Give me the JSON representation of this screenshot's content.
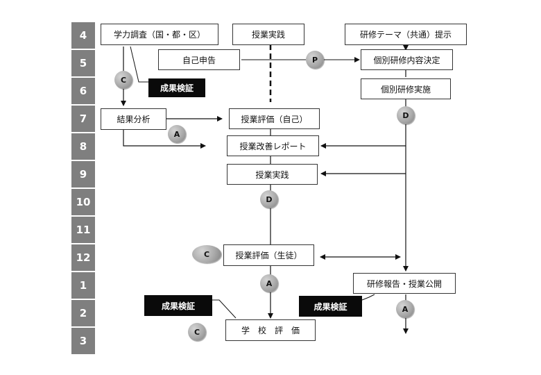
{
  "months": [
    "4",
    "5",
    "6",
    "7",
    "8",
    "9",
    "10",
    "11",
    "12",
    "1",
    "2",
    "3"
  ],
  "boxes": {
    "survey": "学力調査（国・都・区）",
    "practice_top": "授業実践",
    "theme": "研修テーマ（共通）提示",
    "self_report": "自己申告",
    "individual_decide": "個別研修内容決定",
    "individual_do": "個別研修実施",
    "result_analysis": "結果分析",
    "eval_self": "授業評価（自己）",
    "improve_report": "授業改善レポート",
    "practice_mid": "授業実践",
    "eval_student": "授業評価（生徒）",
    "report_open": "研修報告・授業公開",
    "school_eval": "学　校　評　価"
  },
  "labels": {
    "verify_1": "成果検証",
    "verify_2": "成果検証",
    "verify_3": "成果検証"
  },
  "circles": {
    "c1": "C",
    "p1": "P",
    "a1": "A",
    "d1": "D",
    "d2": "D",
    "c2": "C",
    "a2": "A",
    "a3": "A",
    "c3": "C"
  }
}
